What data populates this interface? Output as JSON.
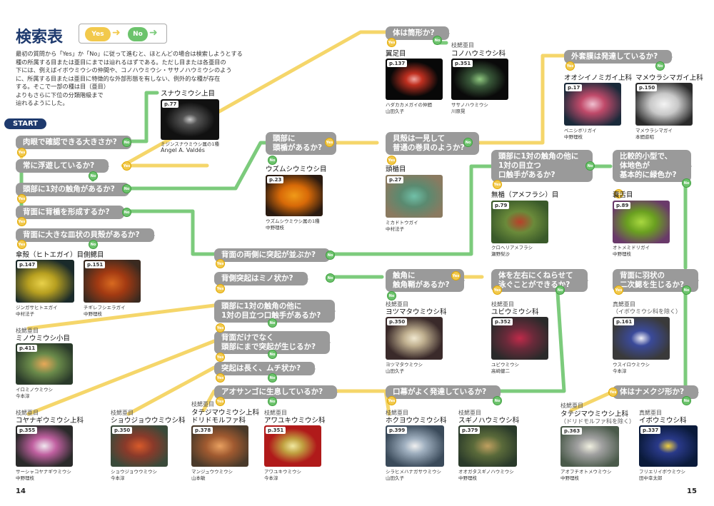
{
  "title": "検索表",
  "legend": {
    "yes": "Yes",
    "no": "No"
  },
  "intro": [
    "最初の質問から「Yes」か「No」に従って進むと、ほとんどの場合は検索しようとする",
    "種の所属する目または亜目にまでは辿れるはずである。ただし目または各亜目の",
    "下には、例えばイボウミウシの仲間や、コノハウミウシ・ササノハウミウシのよう",
    "に、所属する目または亜目に特徴的な外部形態を有しない、例外的な種が存在",
    "する。そこで一部の種は目（亜目）",
    "よりもさらに下位の分類階級まで",
    "辿れるようにした。"
  ],
  "start": "START",
  "yes_mark": "Yes",
  "no_mark": "No",
  "page_left": "14",
  "page_right": "15",
  "questions": {
    "q1": "肉眼で確認できる大きさか?",
    "q2": "常に浮遊しているか?",
    "q3": "頭部に1対の触角があるか?",
    "q4": "背面に背楯を形成するか?",
    "q5": "背面に大きな皿状の貝殻があるか?",
    "q6": "背面の両側に突起が並ぶか?",
    "q7": "背側突起はミノ状か?",
    "q8": "頭部に1対の触角の他に\n1対の目立つ口触手があるか?",
    "q9": "背面だけでなく\n頭部にまで突起が生じるか?",
    "q10": "突起は長く、ムチ状か?",
    "q11": "アオサンゴに生息しているか?",
    "q12": "頭部に\n頭楯があるか?",
    "q13": "体は筒形か?",
    "q14": "貝殻は一見して\n普通の巻貝のようか?",
    "q15": "外套膜は発達しているか?",
    "q16": "頭部に1対の触角の他に\n1対の目立つ\n口触手があるか?",
    "q17": "比較的小型で、\n体地色が\n基本的に緑色か?",
    "q18": "触角に\n触角鞘があるか?",
    "q19": "体を左右にくねらせて\n泳ぐことができるか?",
    "q20": "背面に羽状の\n二次鰓を生じるか?",
    "q21": "体はナメクジ形か?",
    "q22": "口幕がよく発達しているか?"
  },
  "species": [
    {
      "id": "s1",
      "tax": "スナウミウシ上目",
      "page": "p.77",
      "cap": "ミジンスナウミウシ属の1種",
      "auth": "Ángel A. Valdés"
    },
    {
      "id": "s2",
      "tax": "傘殻（ヒトエガイ）目",
      "page": "p.147",
      "cap": "ジンガサヒトエガイ",
      "auth": "中村法子"
    },
    {
      "id": "s3",
      "tax": "側鰓目",
      "page": "p.151",
      "cap": "チギレフシエラガイ",
      "auth": "中野理枝"
    },
    {
      "id": "s4",
      "tax": "ウズムシウミウシ目",
      "page": "p.23",
      "cap": "ウズムシウミウシ属の1種",
      "auth": "中野理枝"
    },
    {
      "id": "s5",
      "tax": "翼足目",
      "page": "p.137",
      "cap": "ハダカカメガイの仲間",
      "auth": "山田久子"
    },
    {
      "id": "s6",
      "tax": "コノハウミウシ科",
      "page": "p.351",
      "cap": "ササノハウミウシ",
      "auth": "川原晃"
    },
    {
      "id": "s7",
      "tax": "頭楯目",
      "page": "p.27",
      "cap": "ミカドトウガイ",
      "auth": "中村法子"
    },
    {
      "id": "s8",
      "tax": "オオシイノミガイ上科",
      "page": "p.17",
      "cap": "ベニシボリガイ",
      "auth": "中野理枝"
    },
    {
      "id": "s9",
      "tax": "マメウラシマガイ上科",
      "page": "p.150",
      "cap": "マメウラシマガイ",
      "auth": "本間遊昭"
    },
    {
      "id": "s10",
      "tax": "無楯（アメフラシ）目",
      "page": "p.79",
      "cap": "クロヘリアメフラシ",
      "auth": "瀬野梨沙"
    },
    {
      "id": "s11",
      "tax": "嚢舌目",
      "page": "p.89",
      "cap": "オトメミドリガイ",
      "auth": "中野理枝"
    },
    {
      "id": "s12",
      "tax": "ヨツマタウミウシ科",
      "page": "p.350",
      "cap": "ヨツマタウミウシ",
      "auth": "山田久子"
    },
    {
      "id": "s13",
      "tax": "ユビウミウシ科",
      "page": "p.352",
      "cap": "ユビウミウシ",
      "auth": "高崎健二"
    },
    {
      "id": "s14",
      "tax": "（イボウミウシ科を除く）",
      "page": "p.161",
      "cap": "ウスイロウミウシ",
      "auth": "今本淳"
    },
    {
      "id": "s15",
      "tax": "ミノウミウシ小目",
      "page": "p.411",
      "cap": "イロミノウミウシ",
      "auth": "今本淳"
    },
    {
      "id": "s16",
      "tax": "コヤナギウミウシ上科",
      "page": "p.355",
      "cap": "サーシャコヤナギウミウシ",
      "auth": "中野理枝"
    },
    {
      "id": "s17",
      "tax": "ショウジョウウミウシ科",
      "page": "p.350",
      "cap": "ショウジョウウミウシ",
      "auth": "今本淳"
    },
    {
      "id": "s18",
      "tax": "ドリドモルファ科",
      "page": "p.378",
      "cap": "マンジュウウミウシ",
      "auth": "山本敏"
    },
    {
      "id": "s19",
      "tax": "アワユキウミウシ科",
      "page": "p.351",
      "cap": "アワユキウミウシ",
      "auth": "今本淳"
    },
    {
      "id": "s20",
      "tax": "ホクヨウウミウシ科",
      "page": "p.399",
      "cap": "シラヒメハナガサウミウシ",
      "auth": "山田久子"
    },
    {
      "id": "s21",
      "tax": "スギノハウミウシ科",
      "page": "p.379",
      "cap": "オオガタスギノハウミウシ",
      "auth": "中野理枝"
    },
    {
      "id": "s22",
      "tax": "（ドリドモルファ科を除く）",
      "page": "p.363",
      "cap": "アオフチオトメウミウシ",
      "auth": "中野理枝"
    },
    {
      "id": "s23",
      "tax": "イボウミウシ科",
      "page": "p.337",
      "cap": "フリエリイボウミウシ",
      "auth": "田中幸太郎"
    }
  ],
  "taxa_extra": {
    "nudi": "枝鰓亜目",
    "dorid": "真鰓亜目",
    "doto": "タテジマウミウシ上科"
  }
}
